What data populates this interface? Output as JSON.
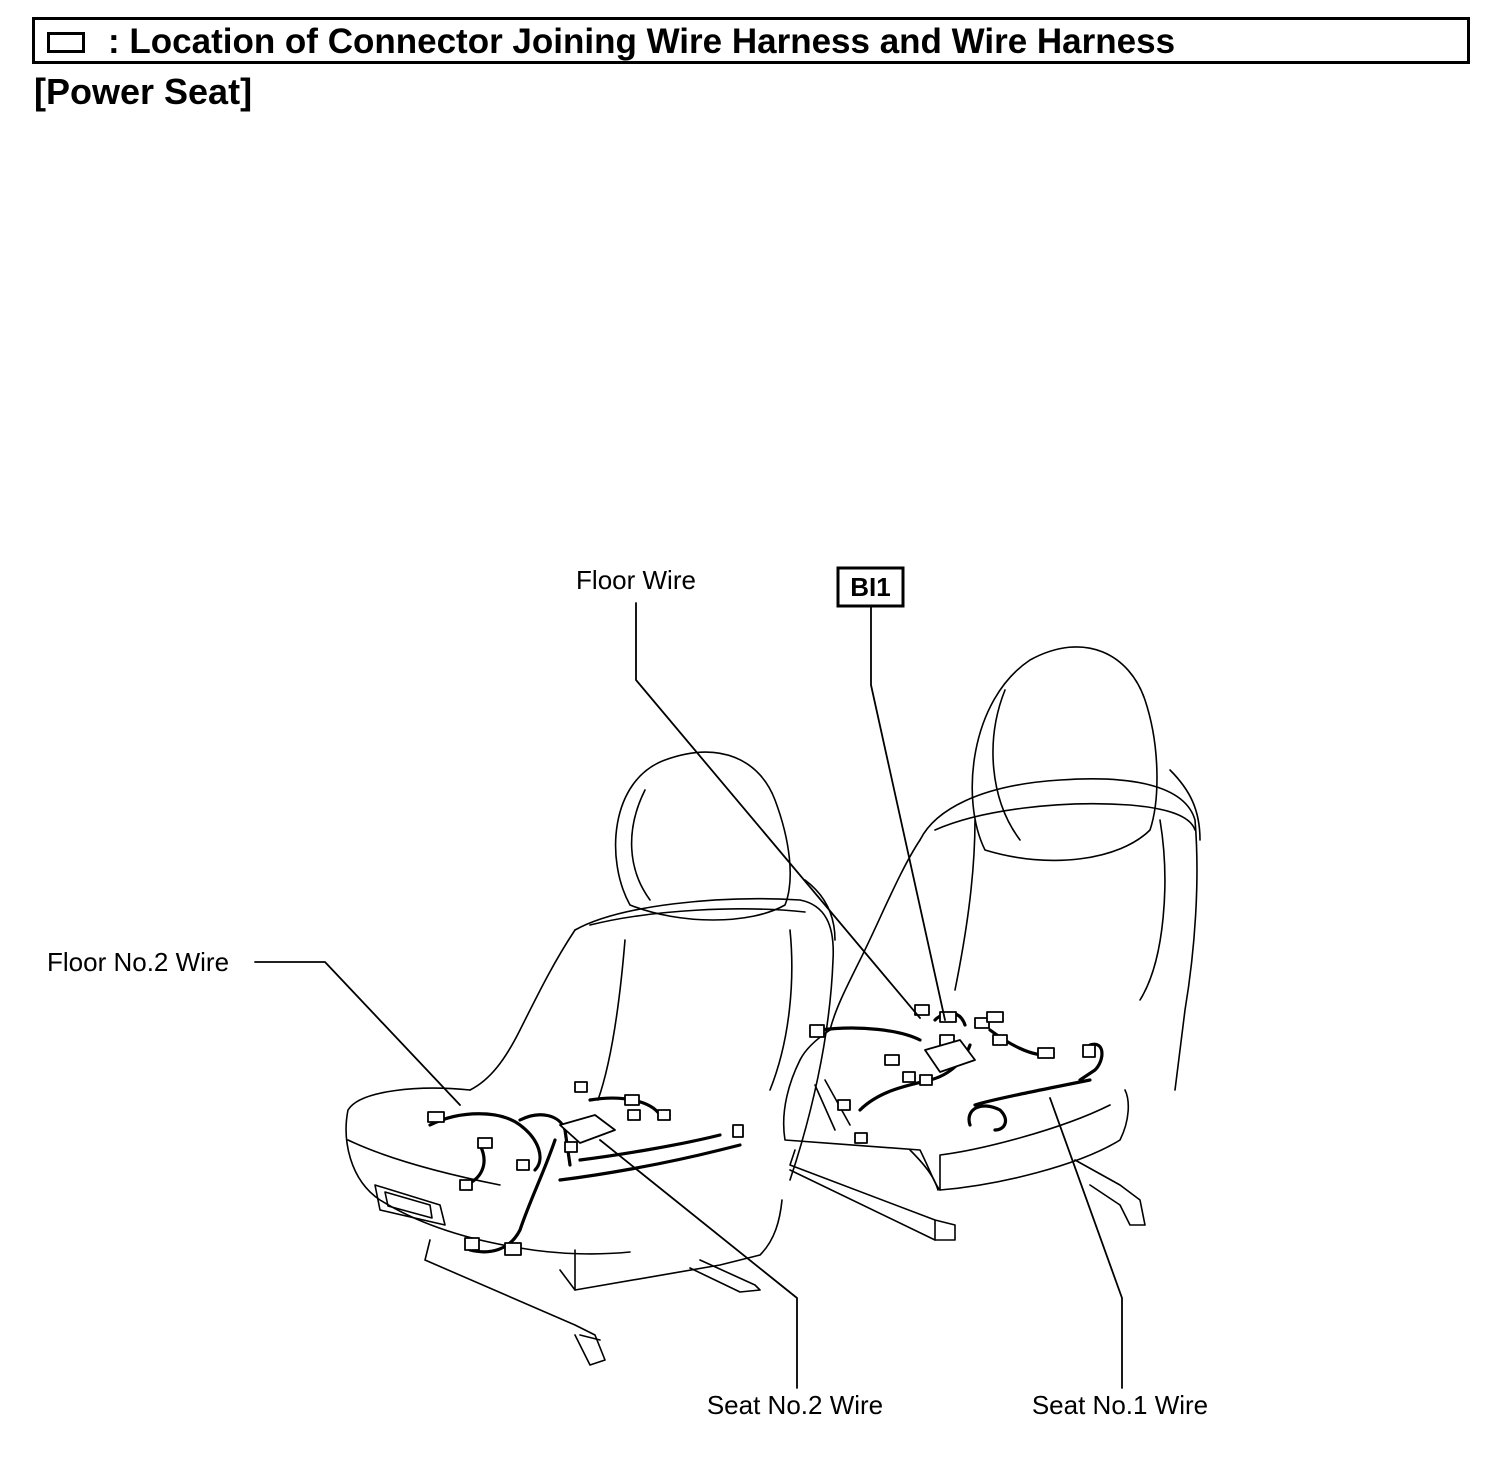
{
  "header": {
    "title": ": Location of Connector Joining Wire Harness and Wire Harness",
    "legend_icon": "rectangle-icon"
  },
  "section": {
    "title": "[Power Seat]"
  },
  "diagram": {
    "labels": {
      "floor_wire": "Floor Wire",
      "floor_no2_wire": "Floor No.2 Wire",
      "seat_no2_wire": "Seat No.2 Wire",
      "seat_no1_wire": "Seat No.1 Wire"
    },
    "connector_code": "BI1"
  }
}
